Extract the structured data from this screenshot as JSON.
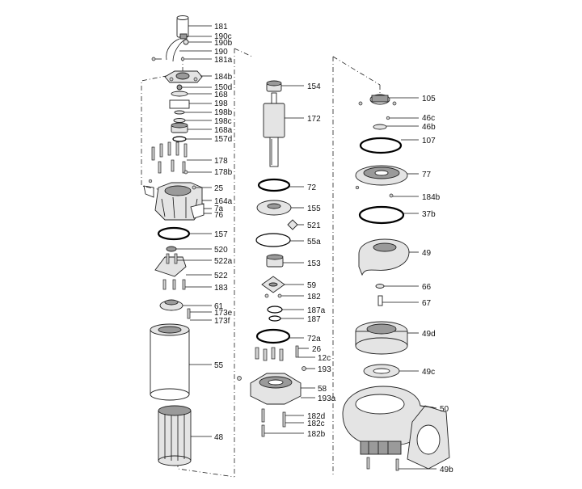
{
  "labels": [
    {
      "id": "181",
      "text": "181"
    },
    {
      "id": "190c",
      "text": "190c"
    },
    {
      "id": "190b",
      "text": "190b"
    },
    {
      "id": "190",
      "text": "190"
    },
    {
      "id": "181a",
      "text": "181a"
    },
    {
      "id": "184b-l",
      "text": "184b"
    },
    {
      "id": "150d",
      "text": "150d"
    },
    {
      "id": "168",
      "text": "168"
    },
    {
      "id": "198",
      "text": "198"
    },
    {
      "id": "198b",
      "text": "198b"
    },
    {
      "id": "198c",
      "text": "198c"
    },
    {
      "id": "168a",
      "text": "168a"
    },
    {
      "id": "157d",
      "text": "157d"
    },
    {
      "id": "178",
      "text": "178"
    },
    {
      "id": "178b",
      "text": "178b"
    },
    {
      "id": "25",
      "text": "25"
    },
    {
      "id": "164a",
      "text": "164a"
    },
    {
      "id": "7a",
      "text": "7a"
    },
    {
      "id": "76",
      "text": "76"
    },
    {
      "id": "157",
      "text": "157"
    },
    {
      "id": "520",
      "text": "520"
    },
    {
      "id": "522a",
      "text": "522a"
    },
    {
      "id": "522",
      "text": "522"
    },
    {
      "id": "183",
      "text": "183"
    },
    {
      "id": "61",
      "text": "61"
    },
    {
      "id": "173e",
      "text": "173e"
    },
    {
      "id": "173f",
      "text": "173f"
    },
    {
      "id": "55",
      "text": "55"
    },
    {
      "id": "48",
      "text": "48"
    },
    {
      "id": "154",
      "text": "154"
    },
    {
      "id": "172",
      "text": "172"
    },
    {
      "id": "72",
      "text": "72"
    },
    {
      "id": "155",
      "text": "155"
    },
    {
      "id": "521",
      "text": "521"
    },
    {
      "id": "55a",
      "text": "55a"
    },
    {
      "id": "153",
      "text": "153"
    },
    {
      "id": "59",
      "text": "59"
    },
    {
      "id": "182",
      "text": "182"
    },
    {
      "id": "187a",
      "text": "187a"
    },
    {
      "id": "187",
      "text": "187"
    },
    {
      "id": "72a",
      "text": "72a"
    },
    {
      "id": "26",
      "text": "26"
    },
    {
      "id": "12c",
      "text": "12c"
    },
    {
      "id": "193",
      "text": "193"
    },
    {
      "id": "58",
      "text": "58"
    },
    {
      "id": "193a",
      "text": "193a"
    },
    {
      "id": "182d",
      "text": "182d"
    },
    {
      "id": "182c",
      "text": "182c"
    },
    {
      "id": "182b",
      "text": "182b"
    },
    {
      "id": "105",
      "text": "105"
    },
    {
      "id": "46c",
      "text": "46c"
    },
    {
      "id": "46b",
      "text": "46b"
    },
    {
      "id": "107",
      "text": "107"
    },
    {
      "id": "77",
      "text": "77"
    },
    {
      "id": "184b-r",
      "text": "184b"
    },
    {
      "id": "37b",
      "text": "37b"
    },
    {
      "id": "49",
      "text": "49"
    },
    {
      "id": "66",
      "text": "66"
    },
    {
      "id": "67",
      "text": "67"
    },
    {
      "id": "49d",
      "text": "49d"
    },
    {
      "id": "49c",
      "text": "49c"
    },
    {
      "id": "50",
      "text": "50"
    },
    {
      "id": "49b",
      "text": "49b"
    }
  ]
}
